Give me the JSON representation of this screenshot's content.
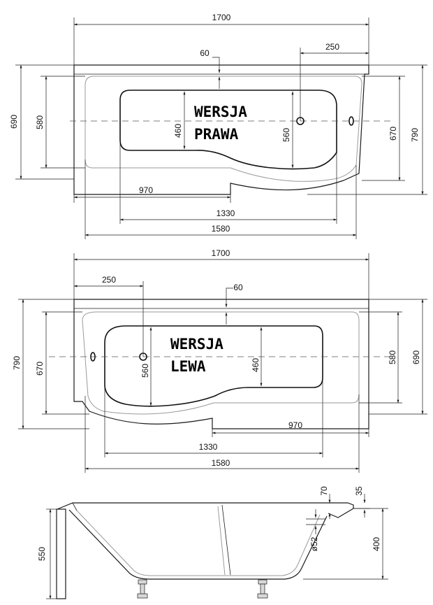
{
  "right_version": {
    "label_line1": "WERSJA",
    "label_line2": "PRAWA",
    "dims": {
      "total_length": "1700",
      "rim_offset": "60",
      "drain_offset": "250",
      "width_small": "690",
      "inner_width_small": "580",
      "basin_width": "460",
      "basin_width_large": "560",
      "inner_width_large": "670",
      "width_large": "790",
      "straight_length": "970",
      "basin_length": "1330",
      "inner_length": "1580"
    }
  },
  "left_version": {
    "label_line1": "WERSJA",
    "label_line2": "LEWA",
    "dims": {
      "total_length": "1700",
      "drain_offset": "250",
      "rim_offset": "60",
      "width_large": "790",
      "inner_width_large": "670",
      "basin_width_large": "560",
      "basin_width": "460",
      "inner_width_small": "580",
      "width_small": "690",
      "straight_length": "970",
      "basin_length": "1330",
      "inner_length": "1580"
    }
  },
  "side_view": {
    "dims": {
      "rim_thickness": "70",
      "lip_thickness": "35",
      "overflow_diameter": "ø52",
      "depth": "400",
      "total_height": "550"
    }
  }
}
